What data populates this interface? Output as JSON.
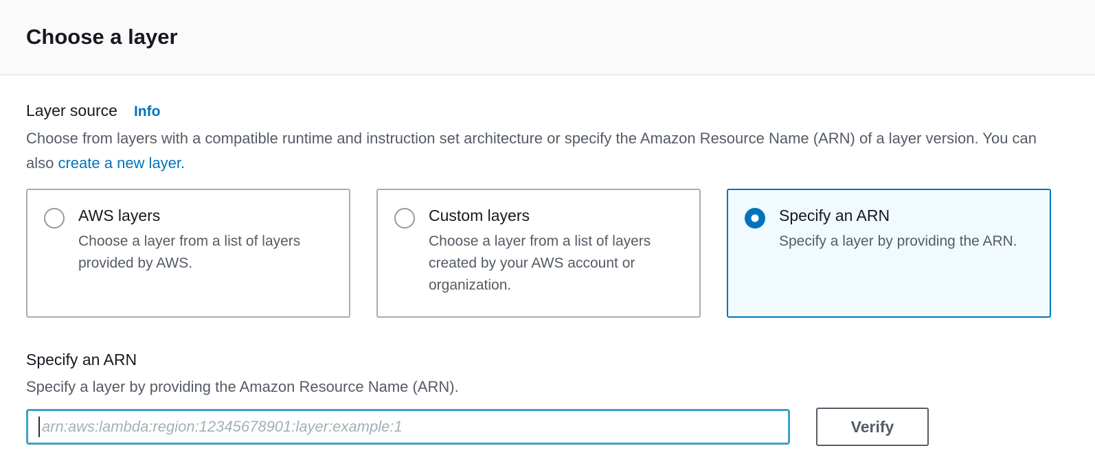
{
  "header": {
    "title": "Choose a layer"
  },
  "layer_source": {
    "label": "Layer source",
    "info_label": "Info",
    "description_before_link": "Choose from layers with a compatible runtime and instruction set architecture or specify the Amazon Resource Name (ARN) of a layer version. You can also ",
    "link_label": "create a new layer.",
    "options": [
      {
        "title": "AWS layers",
        "description": "Choose a layer from a list of layers provided by AWS.",
        "selected": false
      },
      {
        "title": "Custom layers",
        "description": "Choose a layer from a list of layers created by your AWS account or organization.",
        "selected": false
      },
      {
        "title": "Specify an ARN",
        "description": "Specify a layer by providing the ARN.",
        "selected": true
      }
    ]
  },
  "arn_section": {
    "heading": "Specify an ARN",
    "description": "Specify a layer by providing the Amazon Resource Name (ARN).",
    "input_value": "",
    "input_placeholder": "arn:aws:lambda:region:12345678901:layer:example:1",
    "verify_label": "Verify"
  },
  "colors": {
    "accent_blue": "#0073bb",
    "selected_card_bg": "#f1faff",
    "focused_input_border": "#3f9fc6",
    "heading_text": "#16191f",
    "secondary_text": "#545b64",
    "header_band_bg": "#fafafa",
    "divider": "#eaeded",
    "card_border": "#a4aeb4"
  }
}
